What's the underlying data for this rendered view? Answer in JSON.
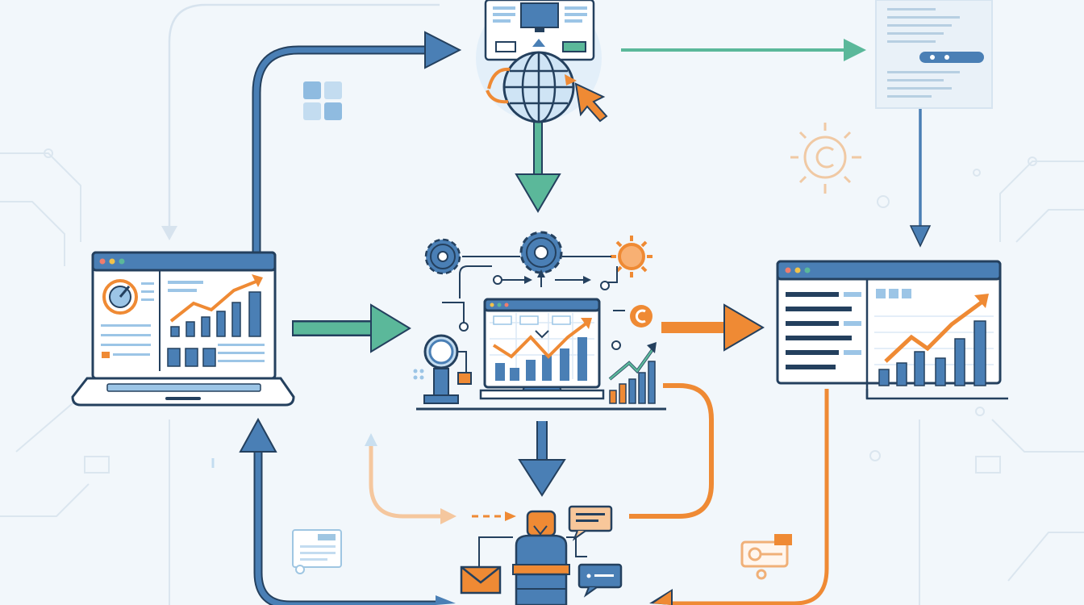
{
  "diagram": {
    "layout": "process-flow",
    "nodes": [
      {
        "id": "web-portal",
        "icon": "web-globe-monitor-icon",
        "role": "top-center"
      },
      {
        "id": "report-document",
        "icon": "document-icon",
        "role": "top-right"
      },
      {
        "id": "analytics-laptop",
        "icon": "laptop-dashboard-icon",
        "role": "left"
      },
      {
        "id": "analytics-hub",
        "icon": "monitor-gears-icon",
        "role": "center"
      },
      {
        "id": "results-dashboard",
        "icon": "dashboard-window-icon",
        "role": "right"
      },
      {
        "id": "support-agent",
        "icon": "person-chat-icon",
        "role": "bottom-center"
      }
    ],
    "edges": [
      {
        "from": "analytics-laptop",
        "to": "web-portal",
        "color": "blue"
      },
      {
        "from": "web-portal",
        "to": "report-document",
        "color": "teal"
      },
      {
        "from": "web-portal",
        "to": "analytics-hub",
        "color": "teal"
      },
      {
        "from": "report-document",
        "to": "results-dashboard",
        "color": "blue"
      },
      {
        "from": "analytics-laptop",
        "to": "analytics-hub",
        "color": "teal"
      },
      {
        "from": "analytics-hub",
        "to": "results-dashboard",
        "color": "orange"
      },
      {
        "from": "analytics-hub",
        "to": "support-agent",
        "color": "blue"
      },
      {
        "from": "analytics-hub",
        "to": "support-agent",
        "color": "orange"
      },
      {
        "from": "support-agent",
        "to": "analytics-laptop",
        "color": "blue"
      },
      {
        "from": "results-dashboard",
        "to": "support-agent",
        "color": "orange"
      }
    ]
  },
  "colors": {
    "background": "#f2f7fb",
    "blue": "#4a7fb5",
    "teal": "#5bb89a",
    "orange": "#ef8a34",
    "navy_outline": "#24405e",
    "light_blue": "#9cc5e6",
    "pale_blue": "#dbe9f5"
  }
}
